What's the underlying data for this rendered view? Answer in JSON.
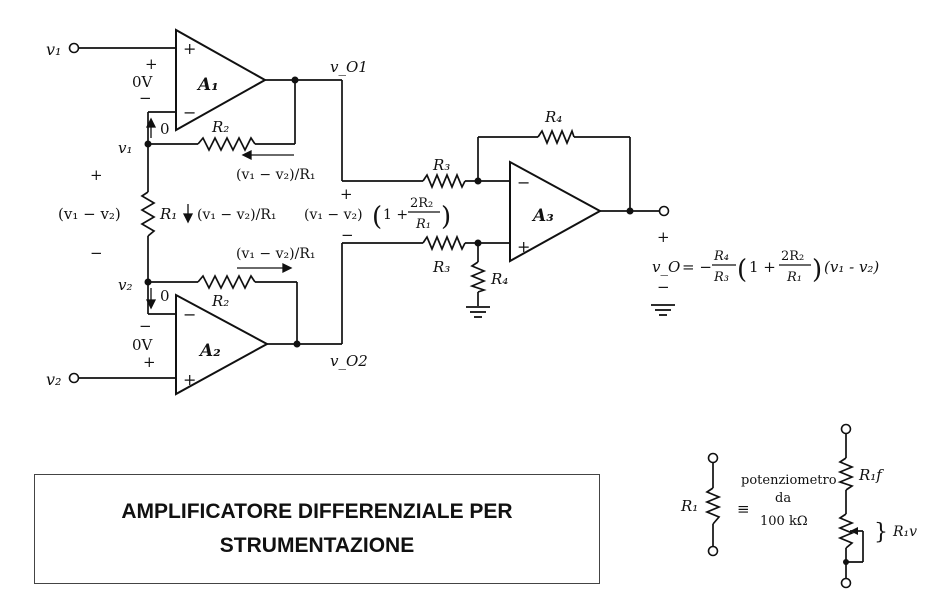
{
  "inputs": {
    "v1": "v₁",
    "v2": "v₂"
  },
  "opamps": {
    "a1": "A₁",
    "a2": "A₂",
    "a3": "A₃",
    "plus": "+",
    "minus": "−"
  },
  "outputs": {
    "vo1": "v_O1",
    "vo2": "v_O2"
  },
  "labels": {
    "zero_v_top": "0V",
    "zero_v_bottom": "0V",
    "plus_top": "+",
    "minus_top": "−",
    "plus_bottom": "+",
    "minus_bottom": "−",
    "zero_current_top": "0",
    "zero_current_bottom": "0",
    "node_v1": "v₁",
    "node_v2": "v₂",
    "diff_plus": "+",
    "diff_minus": "−",
    "diff_voltage": "(v₁ − v₂)",
    "current_r1": "(v₁ − v₂)/R₁",
    "current_r2_top": "(v₁ − v₂)/R₁",
    "current_r2_bottom": "(v₁ − v₂)/R₁",
    "stage_plus": "+",
    "stage_minus": "−",
    "stage_voltage": "(v₁ − v₂)",
    "stage_gain_one": "1 +",
    "stage_gain_num": "2R₂",
    "stage_gain_den": "R₁",
    "output_plus": "+",
    "output_minus": "−"
  },
  "resistors": {
    "r1": "R₁",
    "r2_top": "R₂",
    "r2_bottom": "R₂",
    "r3_top": "R₃",
    "r3_bottom": "R₃",
    "r4_feedback": "R₄",
    "r4_ground": "R₄"
  },
  "equation": {
    "vo": "v_O",
    "equals": "= −",
    "r4": "R₄",
    "r3": "R₃",
    "one_plus": "1 +",
    "two_r2": "2R₂",
    "r1": "R₁",
    "handwritten_diff": "(v₁ - v₂)"
  },
  "title": {
    "line1": "AMPLIFICATORE DIFFERENZIALE PER",
    "line2": "STRUMENTAZIONE"
  },
  "pot_detail": {
    "r1_label": "R₁",
    "equiv": "≡",
    "word1": "potenziometro",
    "word2": "da",
    "value": "100 kΩ",
    "r1f": "R₁f",
    "r1v": "R₁v"
  }
}
